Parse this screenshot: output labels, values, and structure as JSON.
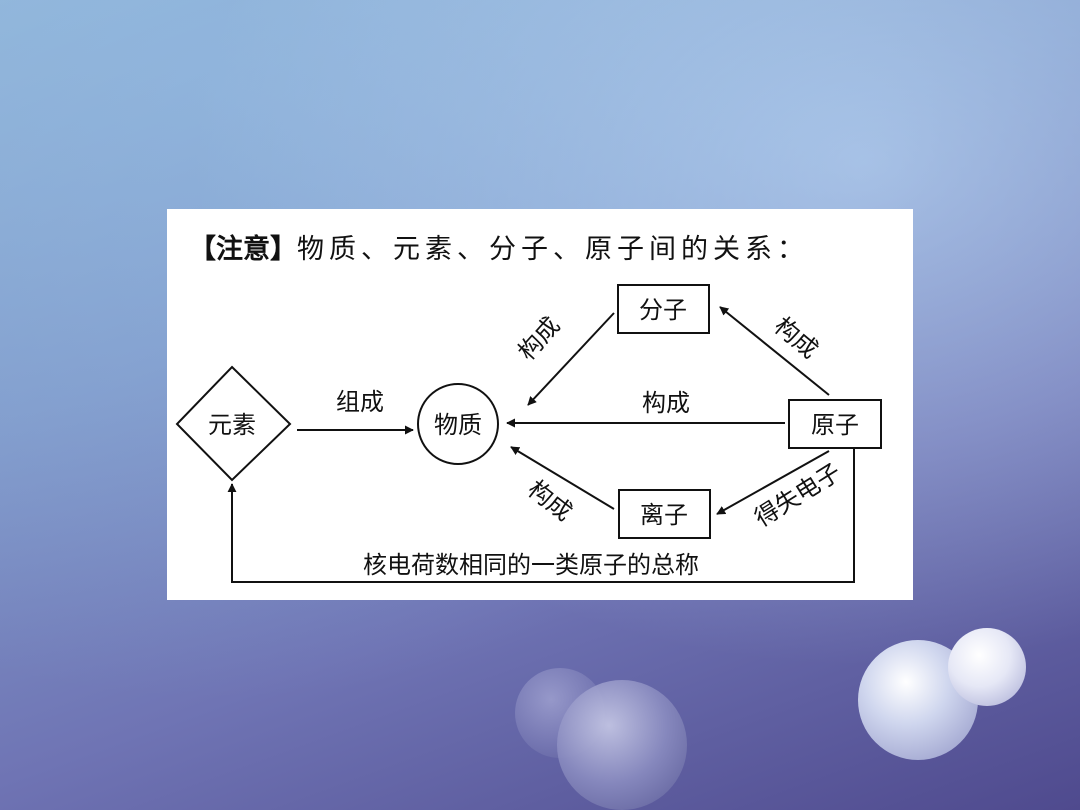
{
  "heading": {
    "tag": "【注意】",
    "text": "物质、元素、分子、原子间的关系："
  },
  "nodes": {
    "element": "元素",
    "substance": "物质",
    "molecule": "分子",
    "atom": "原子",
    "ion": "离子"
  },
  "edges": {
    "element_to_substance": "组成",
    "molecule_to_substance": "构成",
    "atom_to_molecule": "构成",
    "atom_to_substance": "构成",
    "ion_to_substance": "构成",
    "atom_to_ion": "得失电子",
    "atom_to_element": "核电荷数相同的一类原子的总称"
  }
}
